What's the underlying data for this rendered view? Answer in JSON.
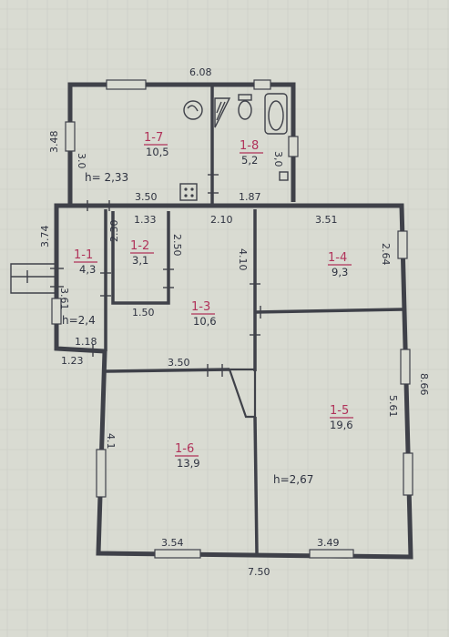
{
  "outer_dims": {
    "top_width": "6.08",
    "left_height": "3.48",
    "bottom_width": "7.50",
    "right_height": "8.66",
    "annex_left_height": "3.74",
    "annex_bottom_width": "1.23"
  },
  "inner_dims": {
    "d_3_0_left": "3.0",
    "d_3_50_top": "3.50",
    "d_1_87": "1.87",
    "d_1_33": "1.33",
    "d_2_10": "2.10",
    "d_3_51": "3.51",
    "d_2_30": "2.30",
    "d_2_50": "2.50",
    "d_4_10": "4.10",
    "d_2_64": "2.64",
    "d_3_61": "3.61",
    "d_1_18": "1.18",
    "d_1_50": "1.50",
    "d_3_50_mid": "3.50",
    "d_5_61": "5.61",
    "d_4_1": "4.1",
    "d_3_54": "3.54",
    "d_3_49": "3.49",
    "d_3_0_bath": "3,0"
  },
  "heights": {
    "h_upper": "h= 2,33",
    "h_annex": "h=2,4",
    "h_main": "h=2,67"
  },
  "rooms": [
    {
      "id": "1-7",
      "area": "10,5"
    },
    {
      "id": "1-8",
      "area": "5,2"
    },
    {
      "id": "1-1",
      "area": "4,3"
    },
    {
      "id": "1-2",
      "area": "3,1"
    },
    {
      "id": "1-3",
      "area": "10,6"
    },
    {
      "id": "1-4",
      "area": "9,3"
    },
    {
      "id": "1-5",
      "area": "19,6"
    },
    {
      "id": "1-6",
      "area": "13,9"
    }
  ],
  "colors": {
    "paper": "#d9dbd2",
    "ink": "#3f4149",
    "room_id": "#b0325a"
  }
}
